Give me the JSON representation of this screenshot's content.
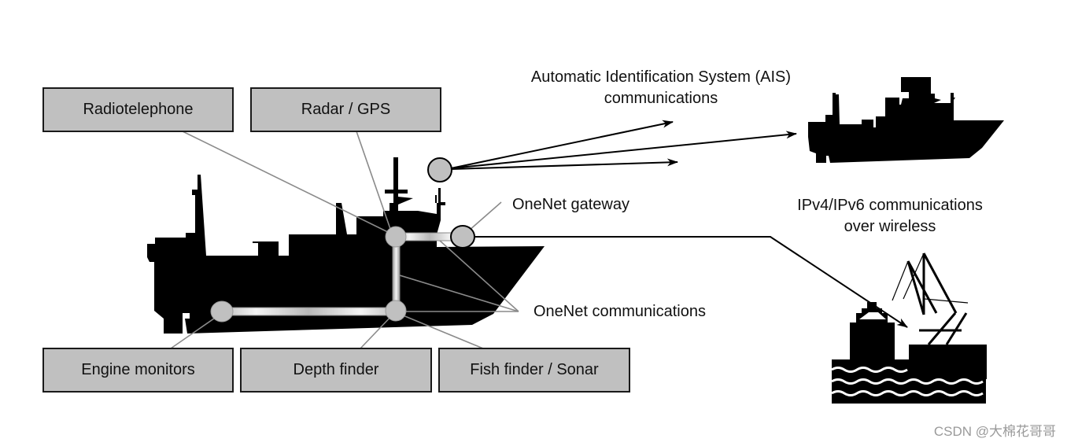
{
  "diagram": {
    "components": [
      {
        "id": "radiotelephone",
        "label": "Radiotelephone"
      },
      {
        "id": "radar-gps",
        "label": "Radar / GPS"
      },
      {
        "id": "engine-monitors",
        "label": "Engine monitors"
      },
      {
        "id": "depth-finder",
        "label": "Depth finder"
      },
      {
        "id": "fish-finder-sonar",
        "label": "Fish finder / Sonar"
      }
    ],
    "annotations": {
      "ais": "Automatic Identification System (AIS)",
      "ais_line2": "communications",
      "gateway": "OneNet gateway",
      "onenet_comms": "OneNet communications",
      "ip": "IPv4/IPv6 communications",
      "ip_line2": "over wireless"
    },
    "icons": [
      "fishing-vessel-silhouette",
      "remote-vessel-silhouette",
      "port-crane-harbor-icon"
    ],
    "colors": {
      "box_fill": "#c0c0c0",
      "node_fill": "#c0c0c0",
      "leader_line": "#8a8a8a",
      "silhouette": "#000000"
    }
  },
  "watermark": "CSDN @大棉花哥哥"
}
